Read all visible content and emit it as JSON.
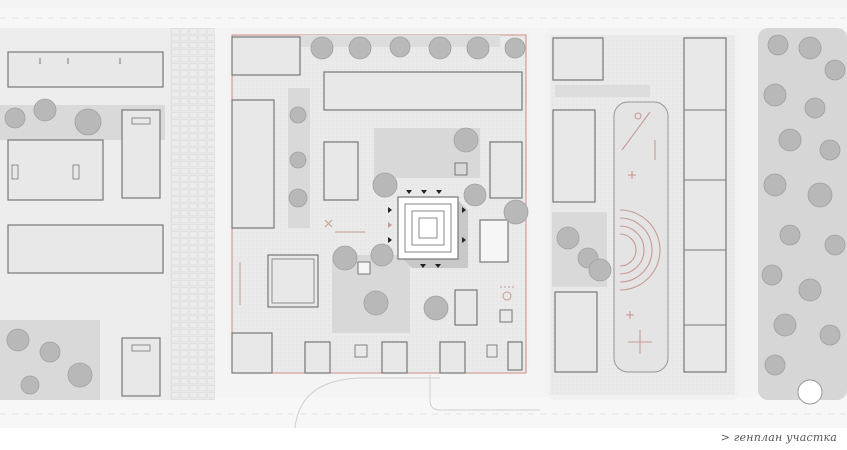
{
  "caption": "> генплан участка",
  "colors": {
    "background": "#ffffff",
    "ground": "#eeeeee",
    "paving": "#e8e8e8",
    "road": "#f2f2f2",
    "building_fill": "#e9e9e9",
    "building_stroke": "#777777",
    "lawn": "#dcdcdc",
    "tree": "#b9b9b9",
    "accent": "#c79a93",
    "site_outline": "#c98f86"
  },
  "icons": {
    "north_marker": "cross-marker",
    "sun_marker": "circle-marker"
  }
}
